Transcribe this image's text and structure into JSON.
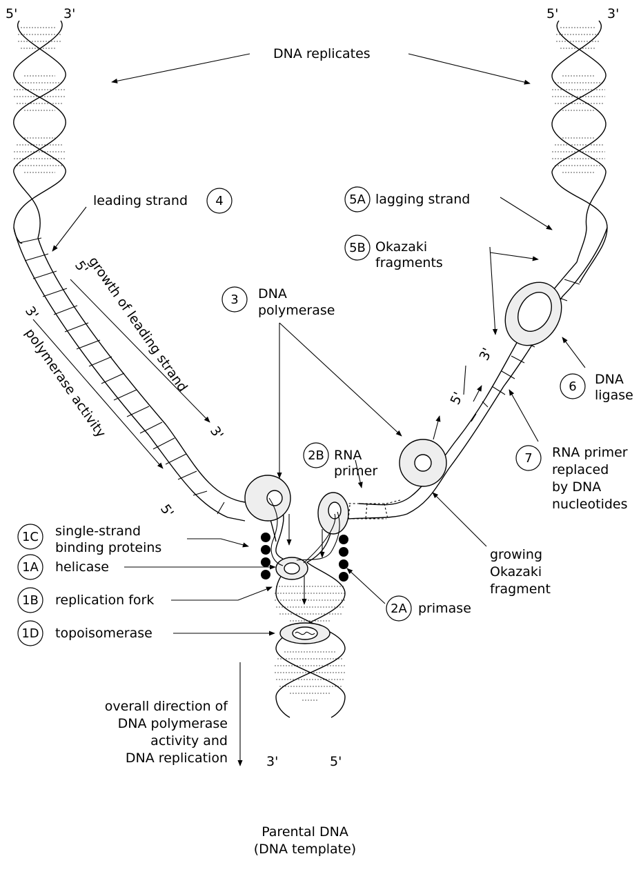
{
  "labels": {
    "dna_replicates": "DNA replicates",
    "leading_strand": "leading strand",
    "lagging_strand": "lagging strand",
    "okazaki_fragments": [
      "Okazaki",
      "fragments"
    ],
    "dna_polymerase": [
      "DNA",
      "polymerase"
    ],
    "growth_of_leading_strand": "growth of leading strand",
    "polymerase_activity": "polymerase activity",
    "rna_primer": [
      "RNA",
      "primer"
    ],
    "dna_ligase": [
      "DNA",
      "ligase"
    ],
    "rna_primer_replaced": [
      "RNA primer",
      "replaced",
      "by DNA",
      "nucleotides"
    ],
    "single_strand_binding_proteins": [
      "single-strand",
      "binding proteins"
    ],
    "helicase": "helicase",
    "primase": "primase",
    "replication_fork": "replication fork",
    "growing_okazaki_fragment": [
      "growing",
      "Okazaki",
      "fragment"
    ],
    "topoisomerase": "topoisomerase",
    "overall_direction": [
      "overall direction of",
      "DNA polymerase",
      "activity and",
      "DNA replication"
    ],
    "parental_dna": [
      "Parental DNA",
      "(DNA template)"
    ]
  },
  "step_numbers": {
    "s4": "4",
    "s5a": "5A",
    "s5b": "5B",
    "s3": "3",
    "s6": "6",
    "s7": "7",
    "s2b": "2B",
    "s2a": "2A",
    "s1c": "1C",
    "s1a": "1A",
    "s1b": "1B",
    "s1d": "1D"
  },
  "strand_ends": {
    "five_prime": "5'",
    "three_prime": "3'"
  }
}
